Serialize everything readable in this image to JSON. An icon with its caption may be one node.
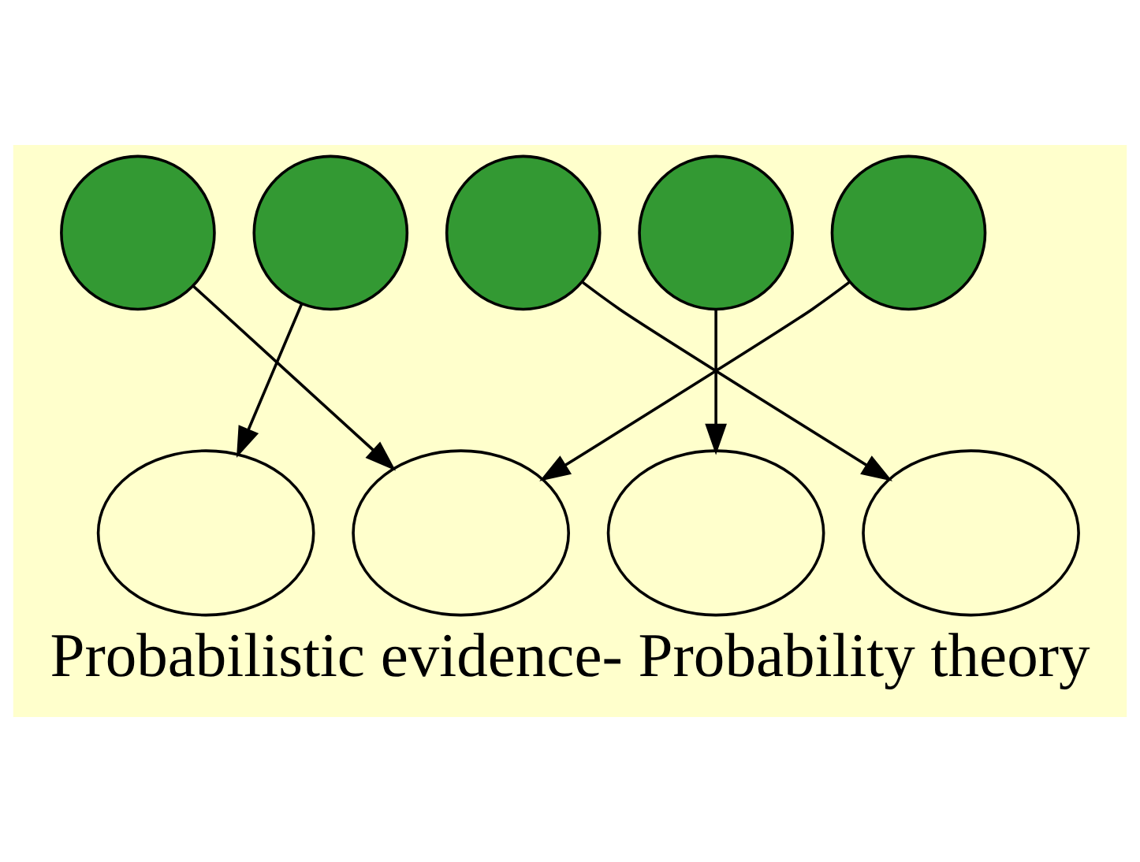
{
  "diagram": {
    "caption": "Probabilistic evidence- Probability theory",
    "nodes": [
      {
        "text": [],
        "shape": "circle"
      },
      {
        "text": [],
        "shape": "circle"
      },
      {
        "text": [],
        "shape": "circle"
      },
      {
        "text": [],
        "shape": "circle"
      },
      {
        "text": [],
        "shape": "circle"
      },
      {
        "text": [],
        "shape": "ellipse"
      },
      {
        "text": [],
        "shape": "ellipse"
      },
      {
        "text": [],
        "shape": "ellipse"
      },
      {
        "text": [],
        "shape": "ellipse"
      }
    ],
    "edges": [
      {
        "from": 0,
        "to": 6,
        "arrow": "to"
      },
      {
        "from": 1,
        "to": 5,
        "arrow": "to"
      },
      {
        "from": 2,
        "to": 8,
        "arrow": "to"
      },
      {
        "from": 3,
        "to": 7,
        "arrow": "to"
      },
      {
        "from": 4,
        "to": 6,
        "arrow": "to"
      }
    ]
  }
}
